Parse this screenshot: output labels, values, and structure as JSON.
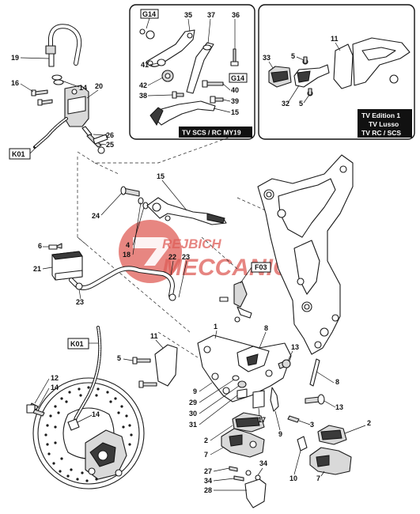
{
  "brand": {
    "watermark_line1": "REJBICH",
    "watermark_line2": "MECCANICA",
    "watermark_color": "#d9413a"
  },
  "insets": {
    "left_caption": "TV SCS / RC MY19",
    "right_caption_1": "TV Edition 1",
    "right_caption_2": "TV Lusso",
    "right_caption_3": "TV RC / SCS"
  },
  "tags": {
    "g14_top": "G14",
    "g14_mid": "G14",
    "k01_top": "K01",
    "k01_bottom": "K01",
    "f03": "F03"
  },
  "callouts": {
    "inset_left": [
      "35",
      "37",
      "36",
      "41",
      "42",
      "38",
      "40",
      "39",
      "15"
    ],
    "inset_right": [
      "11",
      "33",
      "5",
      "32",
      "5"
    ],
    "master_cylinder": [
      "19",
      "16",
      "14",
      "20",
      "26",
      "25"
    ],
    "pedal": [
      "15",
      "24",
      "4",
      "18",
      "22",
      "23"
    ],
    "reservoir": [
      "6",
      "21",
      "23"
    ],
    "bracket": [
      "11",
      "1",
      "8",
      "13",
      "5",
      "9",
      "29",
      "30",
      "31",
      "8",
      "17",
      "9",
      "3",
      "13",
      "2",
      "7",
      "2",
      "7",
      "27",
      "34",
      "28",
      "34",
      "10"
    ],
    "disc": [
      "12",
      "14",
      "14"
    ]
  }
}
